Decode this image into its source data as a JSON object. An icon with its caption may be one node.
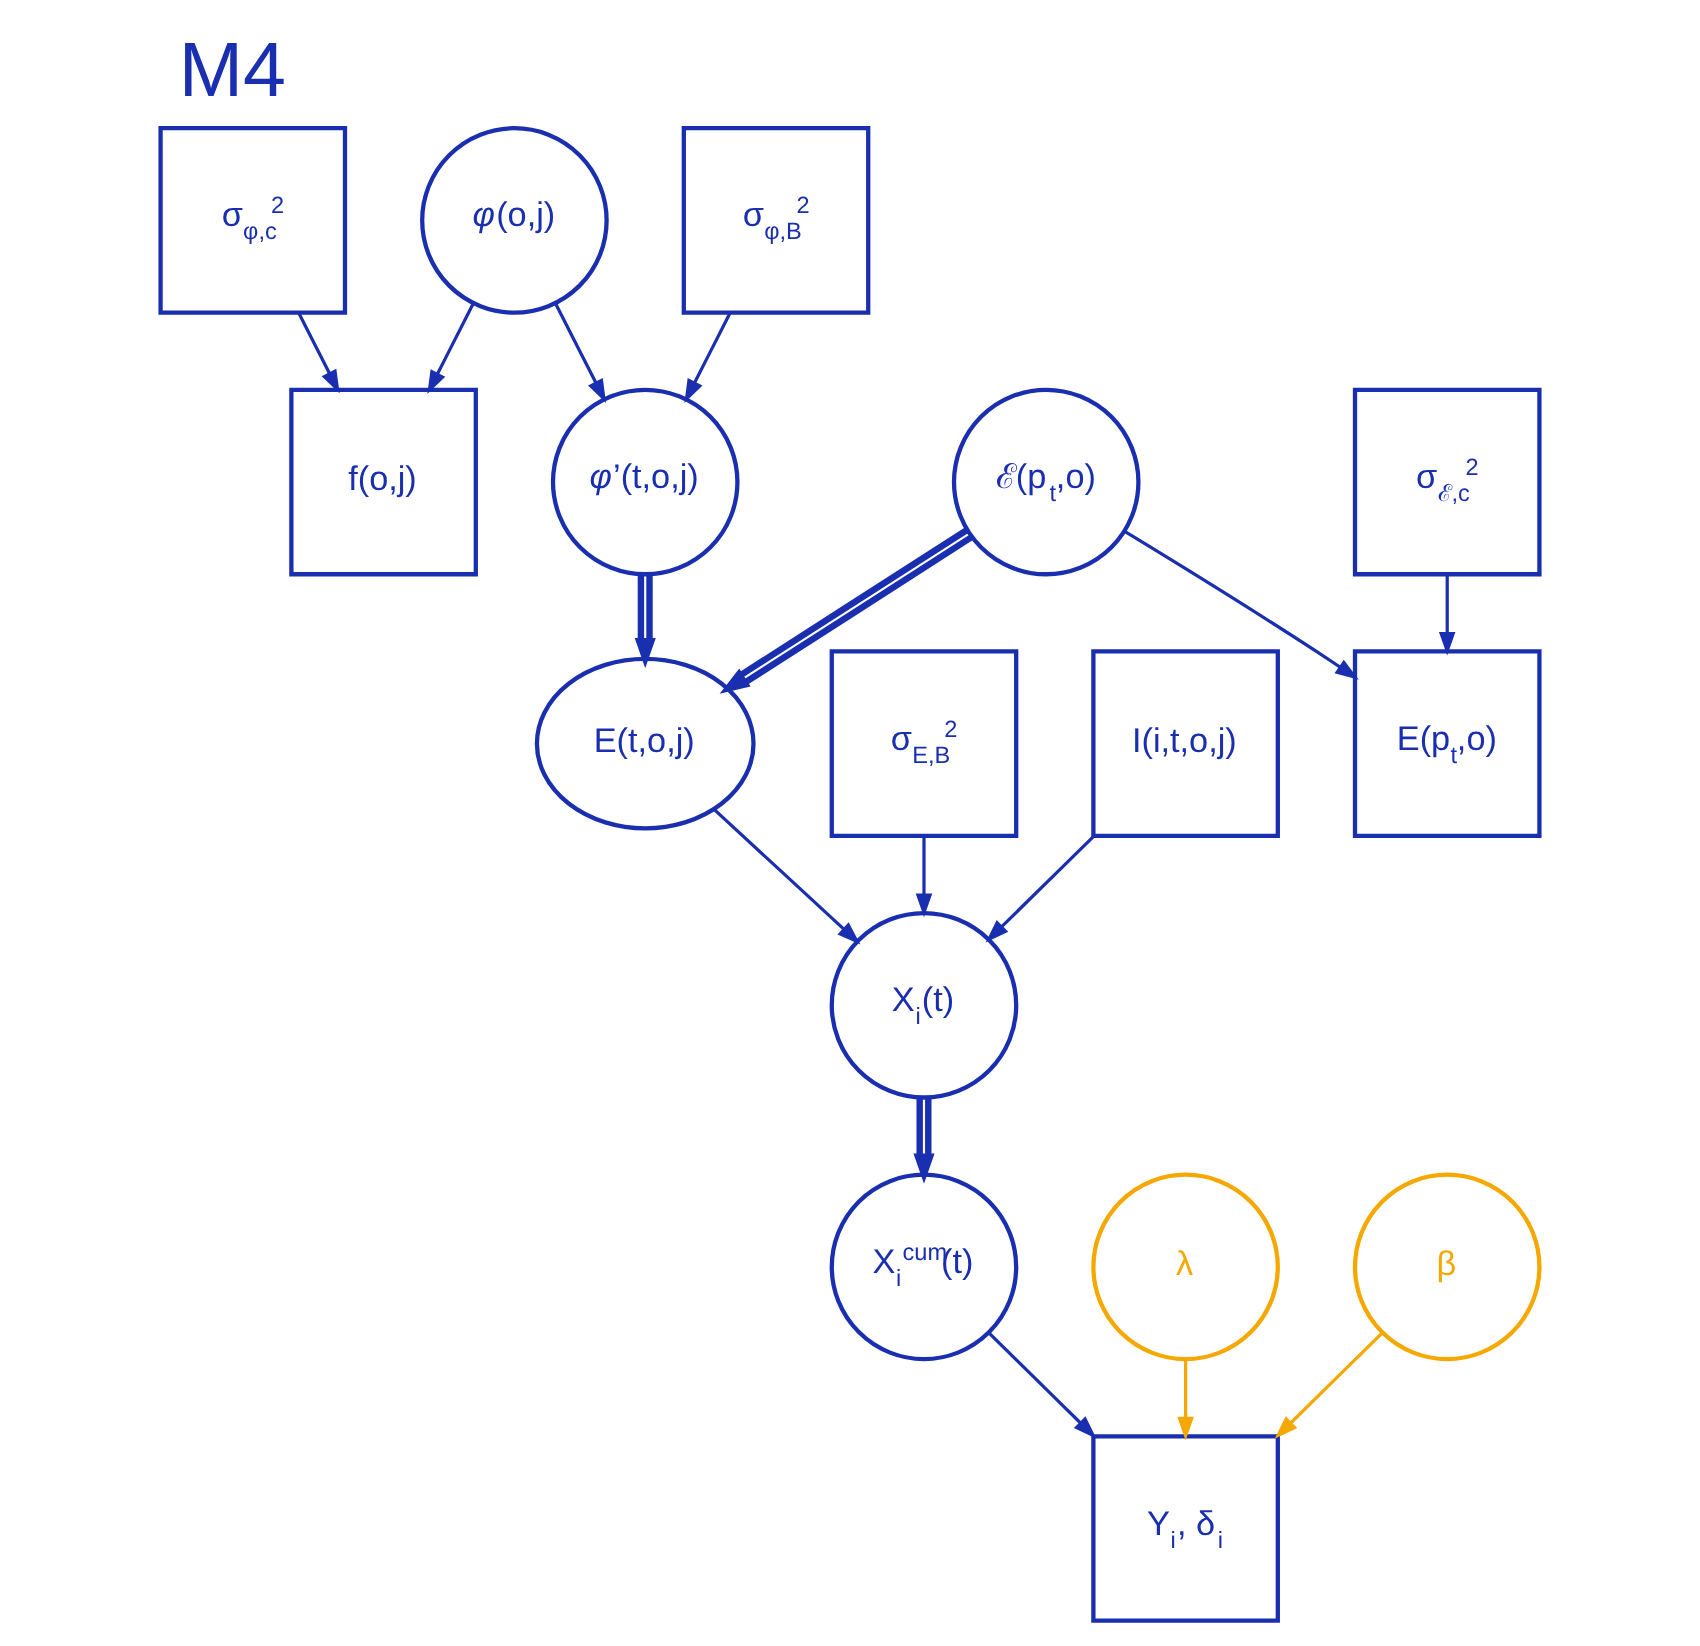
{
  "diagram": {
    "title": "M4",
    "nodes": [
      {
        "text": [
          "σ$_{φ,c}$$^{2}$"
        ]
      },
      {
        "text": [
          "*φ*(o,j)"
        ]
      },
      {
        "text": [
          "σ$_{φ,B}$$^{2}$"
        ]
      },
      {
        "text": [
          "f(o,j)"
        ]
      },
      {
        "text": [
          "*φ*’(t,o,j)"
        ]
      },
      {
        "text": [
          "ℰ(p$_{t}$,o)"
        ]
      },
      {
        "text": [
          "σ$_{ℰ,c}$$^{2}$"
        ]
      },
      {
        "text": [
          "E(p$_{t}$,o)"
        ]
      },
      {
        "text": [
          "E(t,o,j)"
        ]
      },
      {
        "text": [
          "λ"
        ]
      },
      {
        "text": [
          "β"
        ]
      },
      {
        "text": [
          "X$_{i}$$^{cum}$(t)"
        ]
      },
      {
        "text": [
          "X$_{i}$(t)"
        ]
      },
      {
        "text": [
          "Y$_{i}$, δ$_{i}$"
        ]
      },
      {
        "text": [
          "σ$_{E,B}$$^{2}$"
        ]
      },
      {
        "text": [
          "I(i,t,o,j)"
        ]
      }
    ],
    "edges": [
      {
        "from": 0,
        "to": 3,
        "arrow": "to"
      },
      {
        "from": 1,
        "to": 3,
        "arrow": "to"
      },
      {
        "from": 1,
        "to": 4,
        "arrow": "to"
      },
      {
        "from": 2,
        "to": 4,
        "arrow": "to"
      },
      {
        "from": 5,
        "to": 7,
        "arrow": "to"
      },
      {
        "from": 6,
        "to": 7,
        "arrow": "to"
      },
      {
        "from": 4,
        "to": 8,
        "arrow": "to",
        "style": "thick"
      },
      {
        "from": 5,
        "to": 8,
        "arrow": "to",
        "style": "thick"
      },
      {
        "from": 8,
        "to": 12,
        "arrow": "to"
      },
      {
        "from": 12,
        "to": 11,
        "arrow": "to",
        "style": "thick"
      },
      {
        "from": 11,
        "to": 13,
        "arrow": "to"
      },
      {
        "from": 9,
        "to": 13,
        "arrow": "to",
        "color": "#f5a800"
      },
      {
        "from": 10,
        "to": 13,
        "arrow": "to",
        "color": "#f5a800"
      },
      {
        "from": 14,
        "to": 12,
        "arrow": "to"
      },
      {
        "from": 15,
        "to": 12,
        "arrow": "to"
      }
    ]
  }
}
